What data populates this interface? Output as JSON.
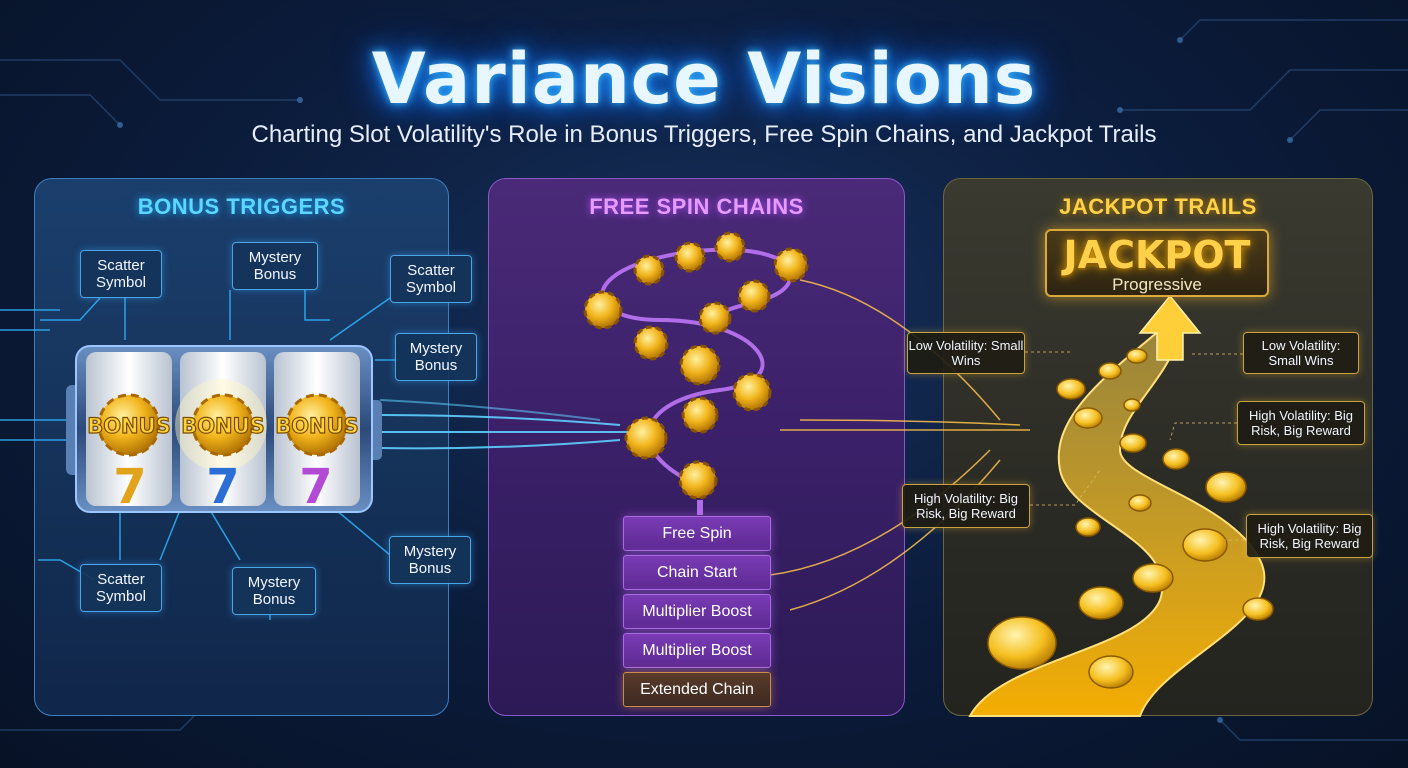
{
  "header": {
    "title": "Variance Visions",
    "subtitle": "Charting Slot Volatility's Role in Bonus Triggers, Free Spin Chains, and Jackpot Trails"
  },
  "bonus_panel": {
    "title": "BONUS TRIGGERS",
    "reel_symbol_label": "BONUS",
    "reel_numbers": [
      "7",
      "7",
      "7"
    ],
    "tags": [
      "Scatter Symbol",
      "Mystery Bonus",
      "Scatter Symbol",
      "Mystery Bonus",
      "Mystery Bonus",
      "Scatter Symbol",
      "Mystery Bonus"
    ]
  },
  "free_spin_panel": {
    "title": "FREE SPIN CHAINS",
    "chain": [
      "Free Spin",
      "Chain Start",
      "Multiplier Boost",
      "Multiplier Boost",
      "Extended Chain"
    ]
  },
  "jackpot_panel": {
    "title": "JACKPOT TRAILS",
    "sign_title": "JACKPOT",
    "sign_subtitle": "Progressive",
    "tags": [
      "Low Volatility: Small Wins",
      "Low Volatility: Small Wins",
      "High Volatility: Big Risk, Big Reward",
      "High Volatility: Big Risk, Big Reward",
      "High Volatility: Big Risk, Big Reward"
    ]
  },
  "colors": {
    "bonus_accent": "#5ed7ff",
    "free_spin_accent": "#e69cff",
    "jackpot_accent": "#ffd24a",
    "background": "#0b1b3a"
  }
}
